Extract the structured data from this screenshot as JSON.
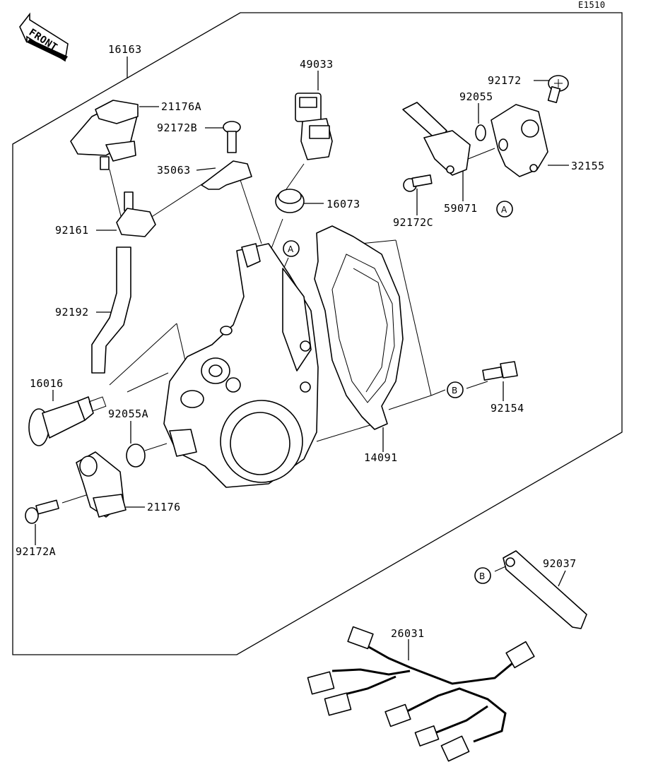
{
  "diagram_code": "E1510",
  "front_label": "FRONT",
  "ref_a": "A",
  "ref_b": "B",
  "parts": {
    "p16163": "16163",
    "p21176A": "21176A",
    "p92172B": "92172B",
    "p35063": "35063",
    "p92161": "92161",
    "p92192": "92192",
    "p16016": "16016",
    "p92055A": "92055A",
    "p21176": "21176",
    "p92172A": "92172A",
    "p49033": "49033",
    "p16073": "16073",
    "p92172": "92172",
    "p92055": "92055",
    "p32155": "32155",
    "p92172C": "92172C",
    "p59071": "59071",
    "p14091": "14091",
    "p92154": "92154",
    "p92037": "92037",
    "p26031": "26031"
  }
}
